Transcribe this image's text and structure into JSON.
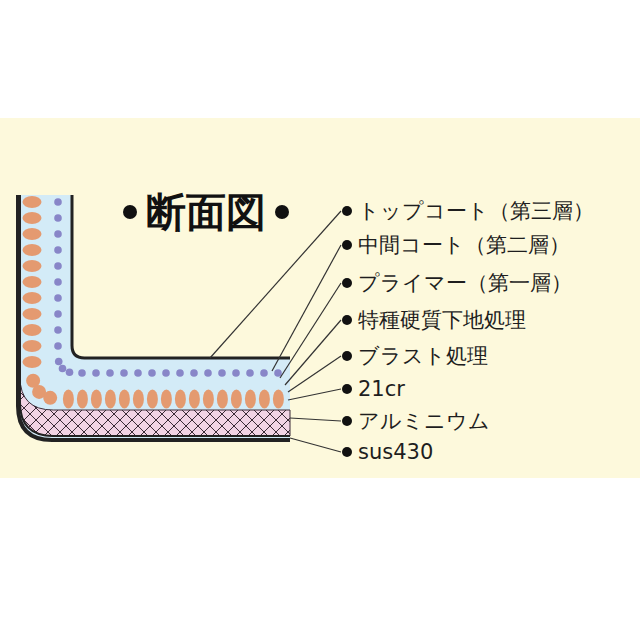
{
  "diagram": {
    "title": "断面図",
    "labels": [
      "トップコート（第三層）",
      "中間コート（第二層）",
      "プライマー（第一層）",
      "特種硬質下地処理",
      "ブラスト処理",
      "21cr",
      "アルミニウム",
      "sus430"
    ]
  }
}
